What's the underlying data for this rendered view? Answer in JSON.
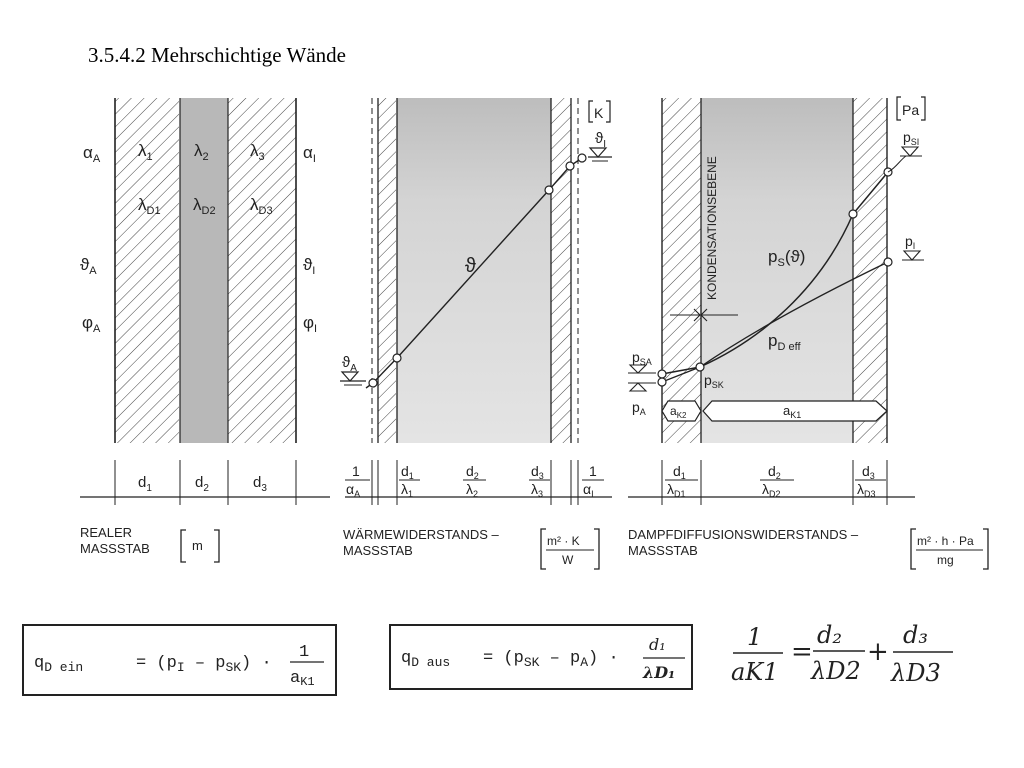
{
  "title": "3.5.4.2  Mehrschichtige Wände",
  "panel_real": {
    "left_alpha": "α",
    "left_alpha_sub": "A",
    "left_theta": "ϑ",
    "left_theta_sub": "A",
    "left_phi": "φ",
    "left_phi_sub": "A",
    "right_alpha": "α",
    "right_alpha_sub": "I",
    "right_theta": "ϑ",
    "right_theta_sub": "I",
    "right_phi": "φ",
    "right_phi_sub": "I",
    "lambda": [
      "λ",
      "λ",
      "λ"
    ],
    "lambda_sub": [
      "1",
      "2",
      "3"
    ],
    "lambda_d_sub": [
      "D1",
      "D2",
      "D3"
    ],
    "dims": [
      "d",
      "d",
      "d"
    ],
    "dims_sub": [
      "1",
      "2",
      "3"
    ],
    "caption_line1": "REALER",
    "caption_line2": "MASSSTAB",
    "unit": "m"
  },
  "panel_thermal": {
    "unit_top": "K",
    "theta_label": "ϑ",
    "theta_i": "ϑ",
    "theta_i_sub": "I",
    "theta_a": "ϑ",
    "theta_a_sub": "A",
    "scale_items": [
      {
        "num": "1",
        "den": "α",
        "den_sub": "A"
      },
      {
        "num": "d",
        "num_sub": "1",
        "den": "λ",
        "den_sub": "1"
      },
      {
        "num": "d",
        "num_sub": "2",
        "den": "λ",
        "den_sub": "2"
      },
      {
        "num": "d",
        "num_sub": "3",
        "den": "λ",
        "den_sub": "3"
      },
      {
        "num": "1",
        "den": "α",
        "den_sub": "I"
      }
    ],
    "caption_line1": "WÄRMEWIDERSTANDS –",
    "caption_line2": "MASSSTAB",
    "unit_num": "m² · K",
    "unit_den": "W"
  },
  "panel_vapor": {
    "unit_top": "Pa",
    "ps_i": "p",
    "ps_i_sub": "SI",
    "p_i": "p",
    "p_i_sub": "I",
    "ps_theta": "p",
    "ps_theta_sub": "S",
    "ps_theta_tail": "(ϑ)",
    "pd_eff": "p",
    "pd_eff_sub": "D eff",
    "psa": "p",
    "psa_sub": "SA",
    "psk": "p",
    "psk_sub": "SK",
    "pa": "p",
    "pa_sub": "A",
    "ak2": "a",
    "ak2_sub": "K2",
    "ak1": "a",
    "ak1_sub": "K1",
    "plane_label": "KONDENSATIONSEBENE",
    "scale_items": [
      {
        "num": "d",
        "num_sub": "1",
        "den": "λ",
        "den_sub": "D1"
      },
      {
        "num": "d",
        "num_sub": "2",
        "den": "λ",
        "den_sub": "D2"
      },
      {
        "num": "d",
        "num_sub": "3",
        "den": "λ",
        "den_sub": "D3"
      }
    ],
    "caption_line1": "DAMPFDIFFUSIONSWIDERSTANDS –",
    "caption_line2": "MASSSTAB",
    "unit_num": "m² · h · Pa",
    "unit_den": "mg"
  },
  "formulas": {
    "f1_lhs": "q",
    "f1_lhs_sub": "D ein",
    "f1_rhs": "= (p",
    "f1_sub1": "I",
    "f1_mid": " – p",
    "f1_sub2": "SK",
    "f1_tail": ") ·",
    "f1_frac_num": "1",
    "f1_frac_den": "a",
    "f1_frac_den_sub": "K1",
    "f2_lhs": "q",
    "f2_lhs_sub": "D aus",
    "f2_rhs": "= (p",
    "f2_sub1": "SK",
    "f2_mid": " – p",
    "f2_sub2": "A",
    "f2_tail": ") ·",
    "f2_frac_num": "d₁",
    "f2_frac_den": "λD₁",
    "f3_num": "1",
    "f3_den": "aK1",
    "f3_eq": "=",
    "f3_t1_num": "d₂",
    "f3_t1_den": "λD2",
    "f3_plus": "+",
    "f3_t2_num": "d₃",
    "f3_t2_den": "λD3"
  }
}
